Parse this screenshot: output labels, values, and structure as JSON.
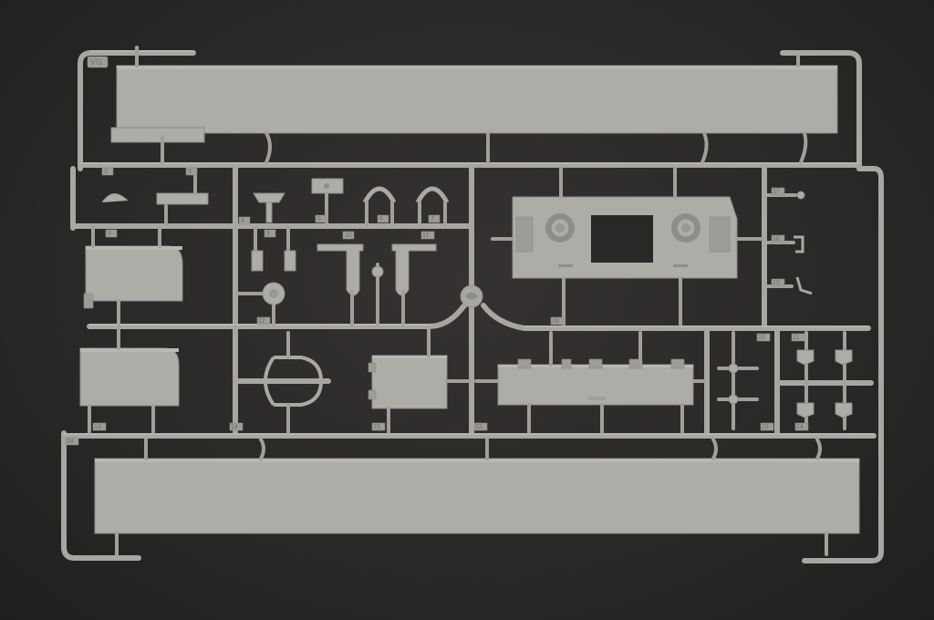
{
  "sprue": {
    "logo": "VG",
    "part_numbers": [
      "2",
      "3",
      "4",
      "5",
      "6",
      "7",
      "8",
      "9",
      "10",
      "11",
      "12",
      "13",
      "14",
      "15",
      "16",
      "17",
      "18",
      "19",
      "20",
      "21",
      "22",
      "23",
      "24"
    ],
    "colors": {
      "background": "#2b2928",
      "plastic": "#aeaca7",
      "runner": "#a8a6a1"
    }
  }
}
